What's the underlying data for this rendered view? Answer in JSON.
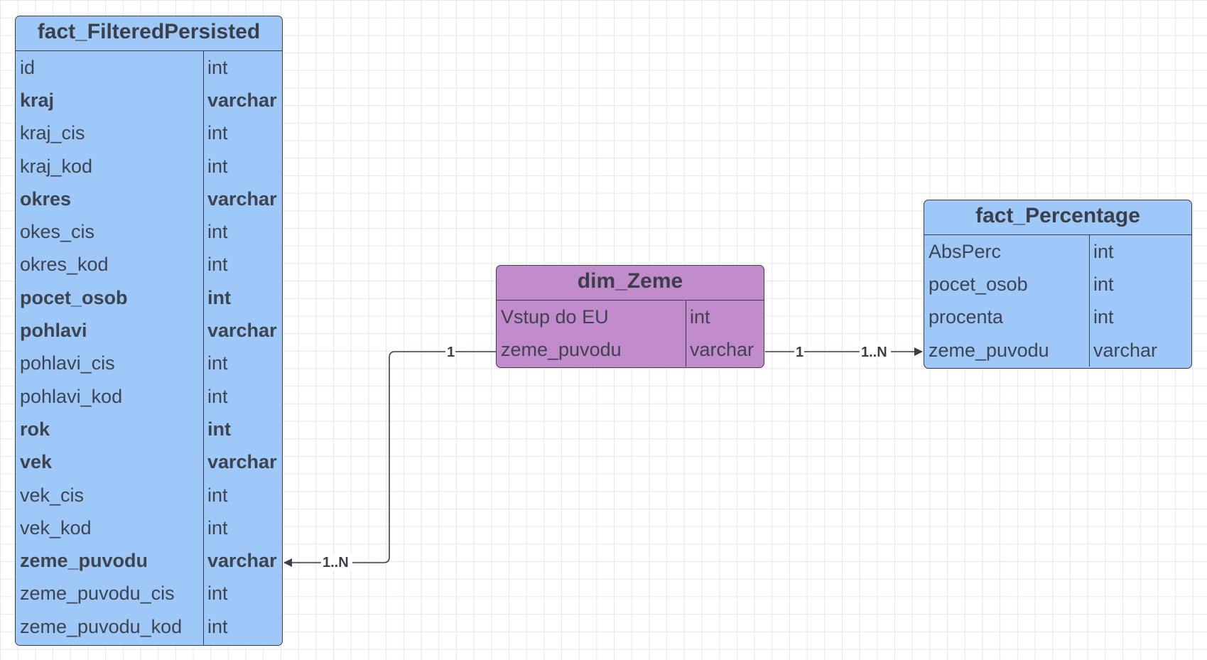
{
  "entities": {
    "fact_filtered_persisted": {
      "title": "fact_FilteredPersisted",
      "rows": [
        {
          "name": "id",
          "type": "int",
          "bold": false
        },
        {
          "name": "kraj",
          "type": "varchar",
          "bold": true
        },
        {
          "name": "kraj_cis",
          "type": "int",
          "bold": false
        },
        {
          "name": "kraj_kod",
          "type": "int",
          "bold": false
        },
        {
          "name": "okres",
          "type": "varchar",
          "bold": true
        },
        {
          "name": "okes_cis",
          "type": "int",
          "bold": false
        },
        {
          "name": "okres_kod",
          "type": "int",
          "bold": false
        },
        {
          "name": "pocet_osob",
          "type": "int",
          "bold": true
        },
        {
          "name": "pohlavi",
          "type": "varchar",
          "bold": true
        },
        {
          "name": "pohlavi_cis",
          "type": "int",
          "bold": false
        },
        {
          "name": "pohlavi_kod",
          "type": "int",
          "bold": false
        },
        {
          "name": "rok",
          "type": "int",
          "bold": true
        },
        {
          "name": "vek",
          "type": "varchar",
          "bold": true
        },
        {
          "name": "vek_cis",
          "type": "int",
          "bold": false
        },
        {
          "name": "vek_kod",
          "type": "int",
          "bold": false
        },
        {
          "name": "zeme_puvodu",
          "type": "varchar",
          "bold": true
        },
        {
          "name": "zeme_puvodu_cis",
          "type": "int",
          "bold": false
        },
        {
          "name": "zeme_puvodu_kod",
          "type": "int",
          "bold": false
        }
      ]
    },
    "dim_zeme": {
      "title": "dim_Zeme",
      "rows": [
        {
          "name": "Vstup do EU",
          "type": "int",
          "bold": false
        },
        {
          "name": "zeme_puvodu",
          "type": "varchar",
          "bold": false
        }
      ]
    },
    "fact_percentage": {
      "title": "fact_Percentage",
      "rows": [
        {
          "name": "AbsPerc",
          "type": "int",
          "bold": false
        },
        {
          "name": "pocet_osob",
          "type": "int",
          "bold": false
        },
        {
          "name": "procenta",
          "type": "int",
          "bold": false
        },
        {
          "name": "zeme_puvodu",
          "type": "varchar",
          "bold": false
        }
      ]
    }
  },
  "relationships": [
    {
      "from": "dim_Zeme.zeme_puvodu",
      "to": "fact_FilteredPersisted.zeme_puvodu",
      "from_cardinality": "1",
      "to_cardinality": "1..N"
    },
    {
      "from": "dim_Zeme.zeme_puvodu",
      "to": "fact_Percentage.zeme_puvodu",
      "from_cardinality": "1",
      "to_cardinality": "1..N"
    }
  ],
  "colors": {
    "fact_table_fill": "#9ec8f8",
    "dim_table_fill": "#c28bcb",
    "border": "#3a3f4a",
    "text": "#3d4450",
    "grid": "#e6e6e6"
  }
}
